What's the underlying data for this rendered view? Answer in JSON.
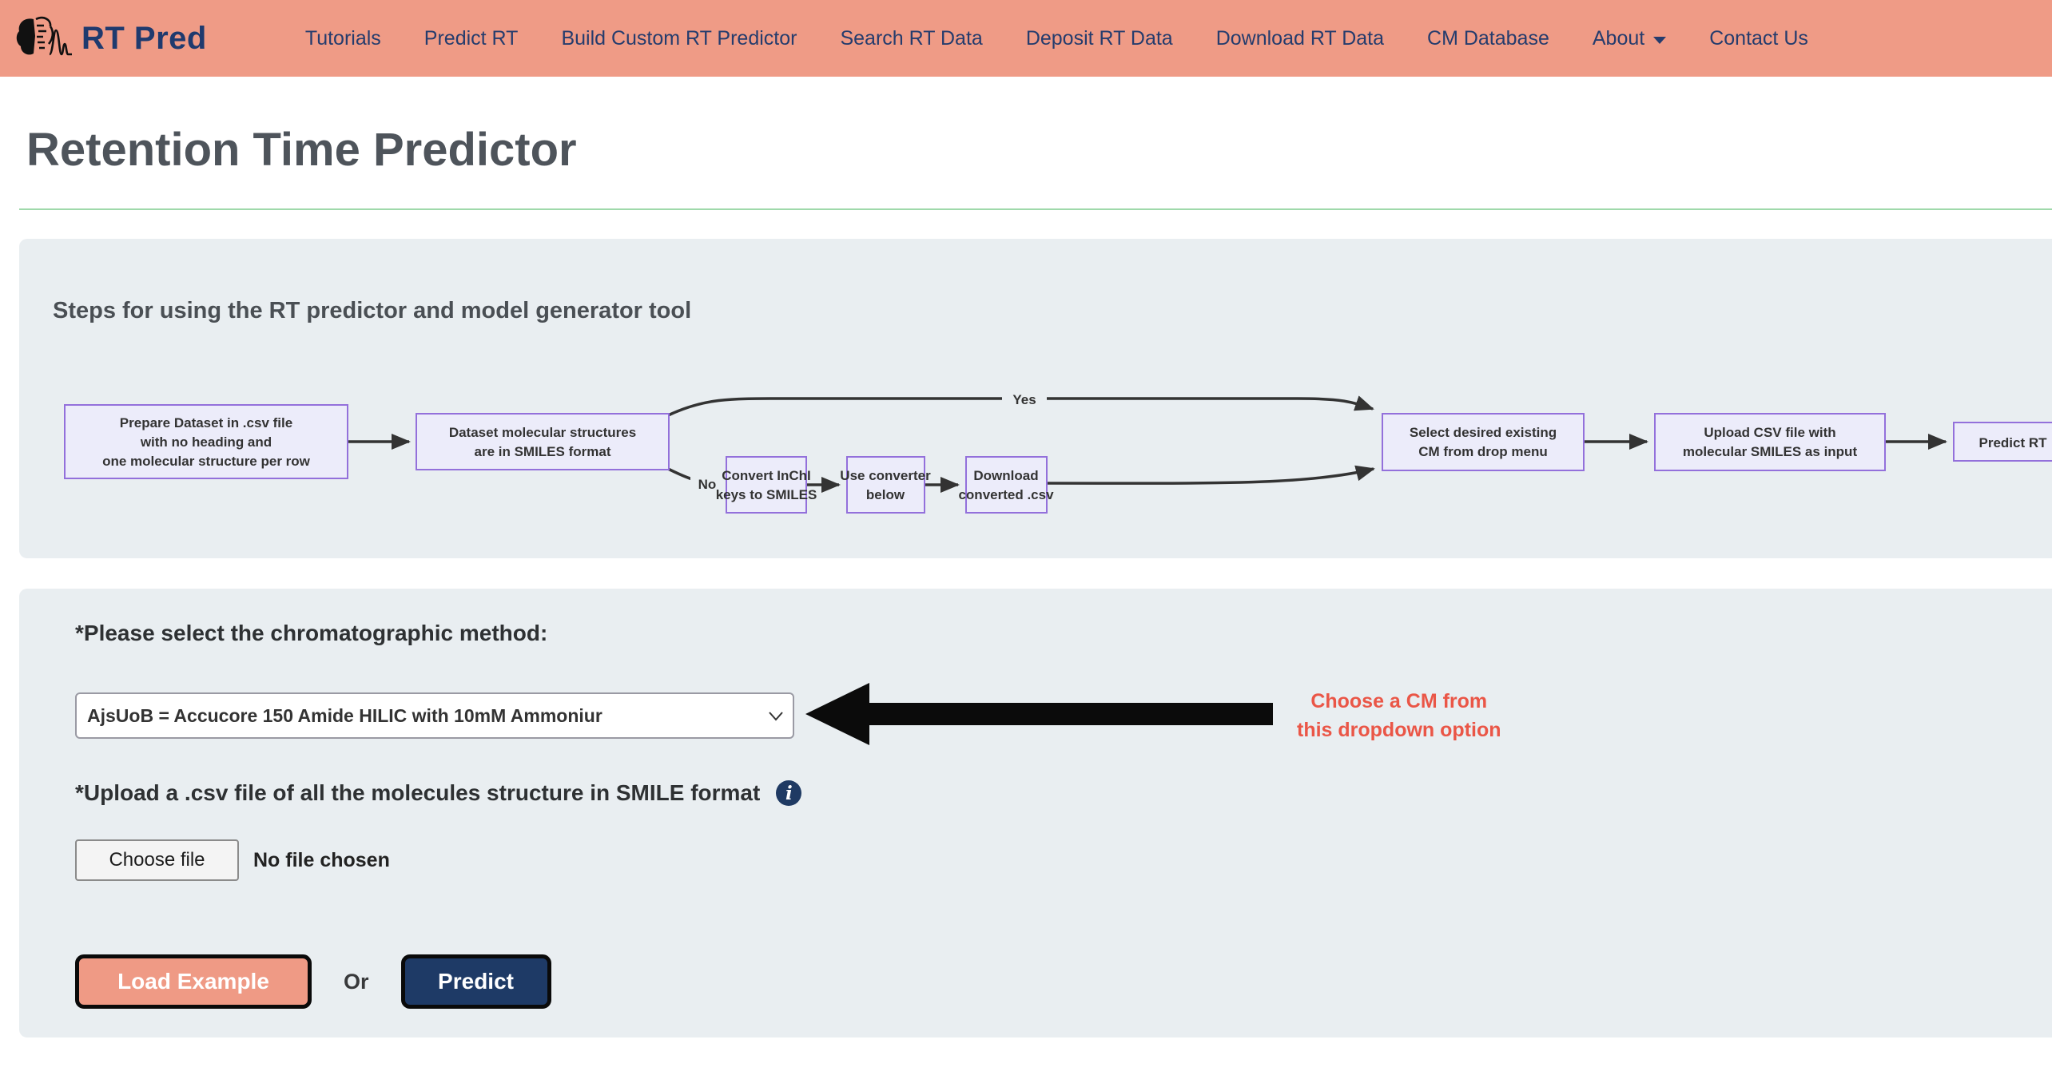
{
  "navbar": {
    "brand": "RT Pred",
    "items": [
      {
        "label": "Tutorials"
      },
      {
        "label": "Predict RT"
      },
      {
        "label": "Build Custom RT Predictor"
      },
      {
        "label": "Search RT Data"
      },
      {
        "label": "Deposit RT Data"
      },
      {
        "label": "Download RT Data"
      },
      {
        "label": "CM Database"
      },
      {
        "label": "About"
      },
      {
        "label": "Contact Us"
      }
    ]
  },
  "page": {
    "title": "Retention Time Predictor"
  },
  "steps_panel": {
    "heading": "Steps for using the RT predictor and model generator tool",
    "flowchart": {
      "nodes": [
        {
          "lines": [
            "Prepare Dataset in .csv file",
            "with no heading and",
            "one molecular structure per row"
          ]
        },
        {
          "lines": [
            "Dataset molecular structures",
            "are in SMILES format"
          ]
        },
        {
          "lines": [
            "Convert InChI",
            "keys to SMILES"
          ]
        },
        {
          "lines": [
            "Use converter",
            "below"
          ]
        },
        {
          "lines": [
            "Download",
            "converted .csv"
          ]
        },
        {
          "lines": [
            "Select desired existing",
            "CM from drop menu"
          ]
        },
        {
          "lines": [
            "Upload CSV file with",
            "molecular SMILES as input"
          ]
        },
        {
          "lines": [
            "Predict RT"
          ]
        }
      ],
      "edge_labels": {
        "yes": "Yes",
        "no": "No"
      }
    }
  },
  "form_panel": {
    "method_label": "*Please select the chromatographic method:",
    "method_selected_option": "AjsUoB = Accucore 150 Amide HILIC with 10mM Ammoniur",
    "annotation": {
      "line1": "Choose a CM from",
      "line2": "this dropdown option"
    },
    "upload_label": "*Upload a .csv file of all the molecules structure in SMILE format",
    "info_icon_glyph": "i",
    "file_input": {
      "button_label": "Choose file",
      "status": "No file chosen"
    },
    "actions": {
      "load_example": "Load Example",
      "or": "Or",
      "predict": "Predict"
    }
  },
  "colors": {
    "navbar_bg": "#ef9b86",
    "nav_text": "#253c6d",
    "panel_bg": "#e9eef1",
    "flow_node_fill": "#ececfa",
    "flow_node_border": "#9370db",
    "green_rule": "#9fd9ab",
    "annotation_red": "#ea5647",
    "predict_btn": "#1e3a66",
    "load_example_btn": "#ef9a85",
    "info_icon": "#1f3a63"
  }
}
